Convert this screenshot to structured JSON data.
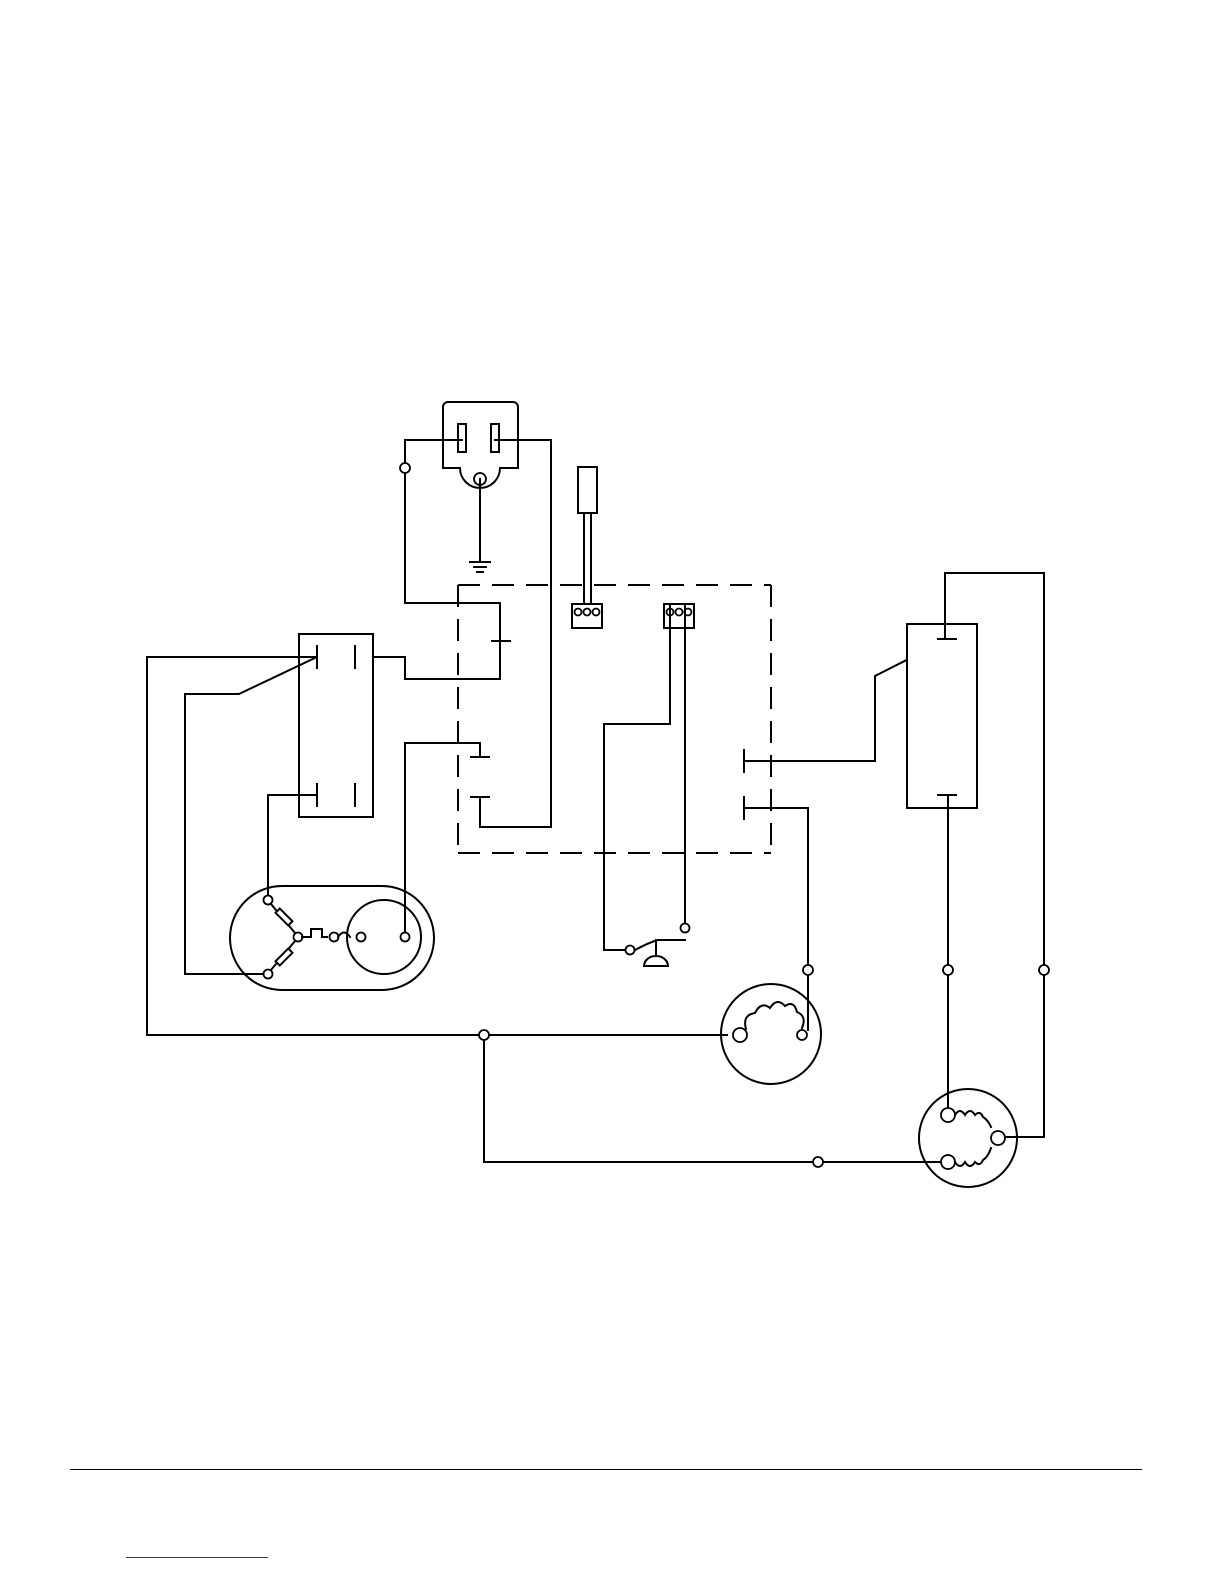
{
  "diagram": {
    "type": "electrical wiring schematic",
    "components": [
      "ground-outlet",
      "thermostat-bulb-sensor",
      "thermostat-control-dashed",
      "relay-left",
      "relay-right",
      "compressor-overload-motor",
      "door-switch",
      "fan-motor",
      "motor-right"
    ],
    "text_labels": []
  },
  "footer": {
    "rule": true,
    "link_text": ""
  }
}
